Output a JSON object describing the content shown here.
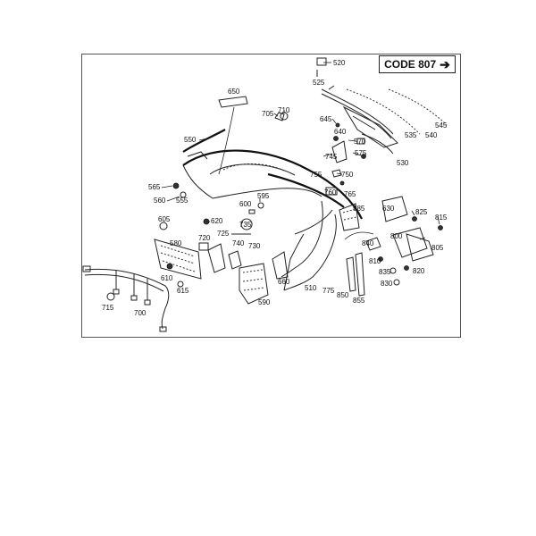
{
  "header": {
    "code_label": "CODE 807",
    "arrow_icon": "right-arrow-icon"
  },
  "labels": [
    {
      "id": "520",
      "text": "520"
    },
    {
      "id": "525",
      "text": "525"
    },
    {
      "id": "650",
      "text": "650"
    },
    {
      "id": "710",
      "text": "710"
    },
    {
      "id": "705",
      "text": "705"
    },
    {
      "id": "645",
      "text": "645"
    },
    {
      "id": "545",
      "text": "545"
    },
    {
      "id": "640",
      "text": "640"
    },
    {
      "id": "535",
      "text": "535"
    },
    {
      "id": "540",
      "text": "540"
    },
    {
      "id": "550",
      "text": "550"
    },
    {
      "id": "570",
      "text": "570"
    },
    {
      "id": "745",
      "text": "745"
    },
    {
      "id": "575",
      "text": "575"
    },
    {
      "id": "530",
      "text": "530"
    },
    {
      "id": "755",
      "text": "755"
    },
    {
      "id": "750",
      "text": "750"
    },
    {
      "id": "565",
      "text": "565"
    },
    {
      "id": "760",
      "text": "760"
    },
    {
      "id": "765",
      "text": "765"
    },
    {
      "id": "560",
      "text": "560"
    },
    {
      "id": "555",
      "text": "555"
    },
    {
      "id": "595",
      "text": "595"
    },
    {
      "id": "600",
      "text": "600"
    },
    {
      "id": "585",
      "text": "585"
    },
    {
      "id": "630",
      "text": "630"
    },
    {
      "id": "825",
      "text": "825"
    },
    {
      "id": "815",
      "text": "815"
    },
    {
      "id": "605",
      "text": "605"
    },
    {
      "id": "620",
      "text": "620"
    },
    {
      "id": "735",
      "text": "735"
    },
    {
      "id": "725",
      "text": "725"
    },
    {
      "id": "720",
      "text": "720"
    },
    {
      "id": "800",
      "text": "800"
    },
    {
      "id": "840",
      "text": "840"
    },
    {
      "id": "580",
      "text": "580"
    },
    {
      "id": "740",
      "text": "740"
    },
    {
      "id": "730",
      "text": "730"
    },
    {
      "id": "805",
      "text": "805"
    },
    {
      "id": "810",
      "text": "810"
    },
    {
      "id": "835",
      "text": "835"
    },
    {
      "id": "820",
      "text": "820"
    },
    {
      "id": "830",
      "text": "830"
    },
    {
      "id": "610",
      "text": "610"
    },
    {
      "id": "615",
      "text": "615"
    },
    {
      "id": "660",
      "text": "660"
    },
    {
      "id": "510",
      "text": "510"
    },
    {
      "id": "775",
      "text": "775"
    },
    {
      "id": "850",
      "text": "850"
    },
    {
      "id": "855",
      "text": "855"
    },
    {
      "id": "590",
      "text": "590"
    },
    {
      "id": "715",
      "text": "715"
    },
    {
      "id": "700",
      "text": "700"
    }
  ]
}
